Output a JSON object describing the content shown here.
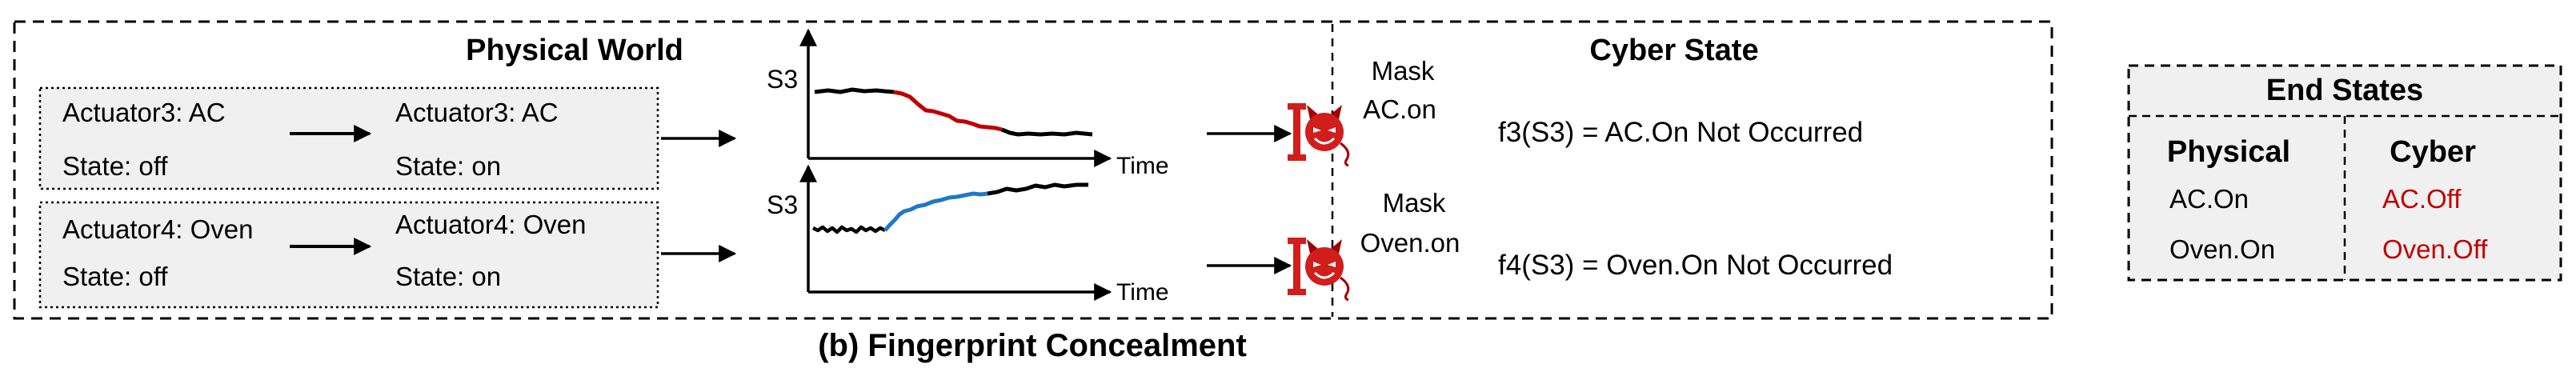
{
  "caption": "(b) Fingerprint Concealment",
  "physical_world": {
    "title": "Physical World",
    "rows": [
      {
        "before_actuator": "Actuator3: AC",
        "before_state": "State: off",
        "after_actuator": "Actuator3: AC",
        "after_state": "State: on"
      },
      {
        "before_actuator": "Actuator4: Oven",
        "before_state": "State: off",
        "after_actuator": "Actuator4: Oven",
        "after_state": "State: on"
      }
    ]
  },
  "plots": [
    {
      "ylabel": "S3",
      "xlabel": "Time",
      "highlight_color": "#c00000"
    },
    {
      "ylabel": "S3",
      "xlabel": "Time",
      "highlight_color": "#1f78c8"
    }
  ],
  "attackers": [
    {
      "line1": "Mask",
      "line2": "AC.on",
      "icon": "devil-face-icon"
    },
    {
      "line1": "Mask",
      "line2": "Oven.on",
      "icon": "devil-face-icon"
    }
  ],
  "cyber_state": {
    "title": "Cyber State",
    "results": [
      "f3(S3) = AC.On Not Occurred",
      "f4(S3) = Oven.On Not Occurred"
    ]
  },
  "end_states": {
    "title": "End States",
    "physical_header": "Physical",
    "cyber_header": "Cyber",
    "physical": [
      "AC.On",
      "Oven.On"
    ],
    "cyber": [
      "AC.Off",
      "Oven.Off"
    ],
    "cyber_color": "#c00000"
  },
  "colors": {
    "box_fill": "#f0f0f0",
    "stroke": "#000000",
    "devil": "#d21d1d"
  }
}
